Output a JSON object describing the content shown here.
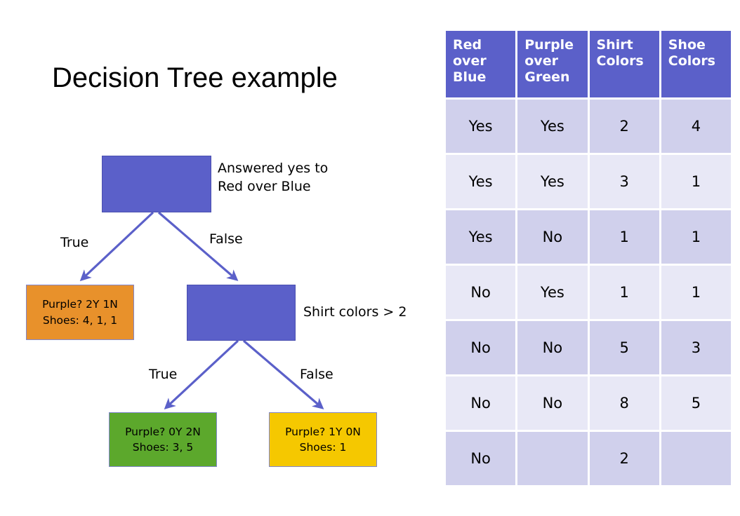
{
  "slide": {
    "title": "Decision Tree example",
    "background": "#ffffff"
  },
  "colors": {
    "decision_node": "#5b60c9",
    "node_border": "#8186cf",
    "arrow": "#5b60c9",
    "leaf_orange": "#e8912b",
    "leaf_green": "#5ca82c",
    "leaf_yellow": "#f5c800",
    "table_header_bg": "#5b60c9",
    "table_header_text": "#ffffff",
    "table_row_dark": "#d0d0ec",
    "table_row_light": "#e8e8f6"
  },
  "tree": {
    "root": {
      "label": "",
      "annotation": "Answered yes to\nRed over Blue"
    },
    "root_edges": {
      "true_label": "True",
      "false_label": "False"
    },
    "branch": {
      "label": "",
      "annotation": "Shirt colors > 2"
    },
    "branch_edges": {
      "true_label": "True",
      "false_label": "False"
    },
    "leaves": [
      {
        "id": "leaf-orange",
        "line1": "Purple? 2Y 1N",
        "line2": "Shoes: 4, 1, 1",
        "color": "#e8912b"
      },
      {
        "id": "leaf-green",
        "line1": "Purple? 0Y 2N",
        "line2": "Shoes: 3, 5",
        "color": "#5ca82c"
      },
      {
        "id": "leaf-yellow",
        "line1": "Purple? 1Y 0N",
        "line2": "Shoes: 1",
        "color": "#f5c800"
      }
    ]
  },
  "table": {
    "headers": [
      "Red over Blue",
      "Purple over Green",
      "Shirt Colors",
      "Shoe Colors"
    ],
    "rows": [
      [
        "Yes",
        "Yes",
        "2",
        "4"
      ],
      [
        "Yes",
        "Yes",
        "3",
        "1"
      ],
      [
        "Yes",
        "No",
        "1",
        "1"
      ],
      [
        "No",
        "Yes",
        "1",
        "1"
      ],
      [
        "No",
        "No",
        "5",
        "3"
      ],
      [
        "No",
        "No",
        "8",
        "5"
      ],
      [
        "No",
        "",
        "2",
        ""
      ]
    ]
  }
}
